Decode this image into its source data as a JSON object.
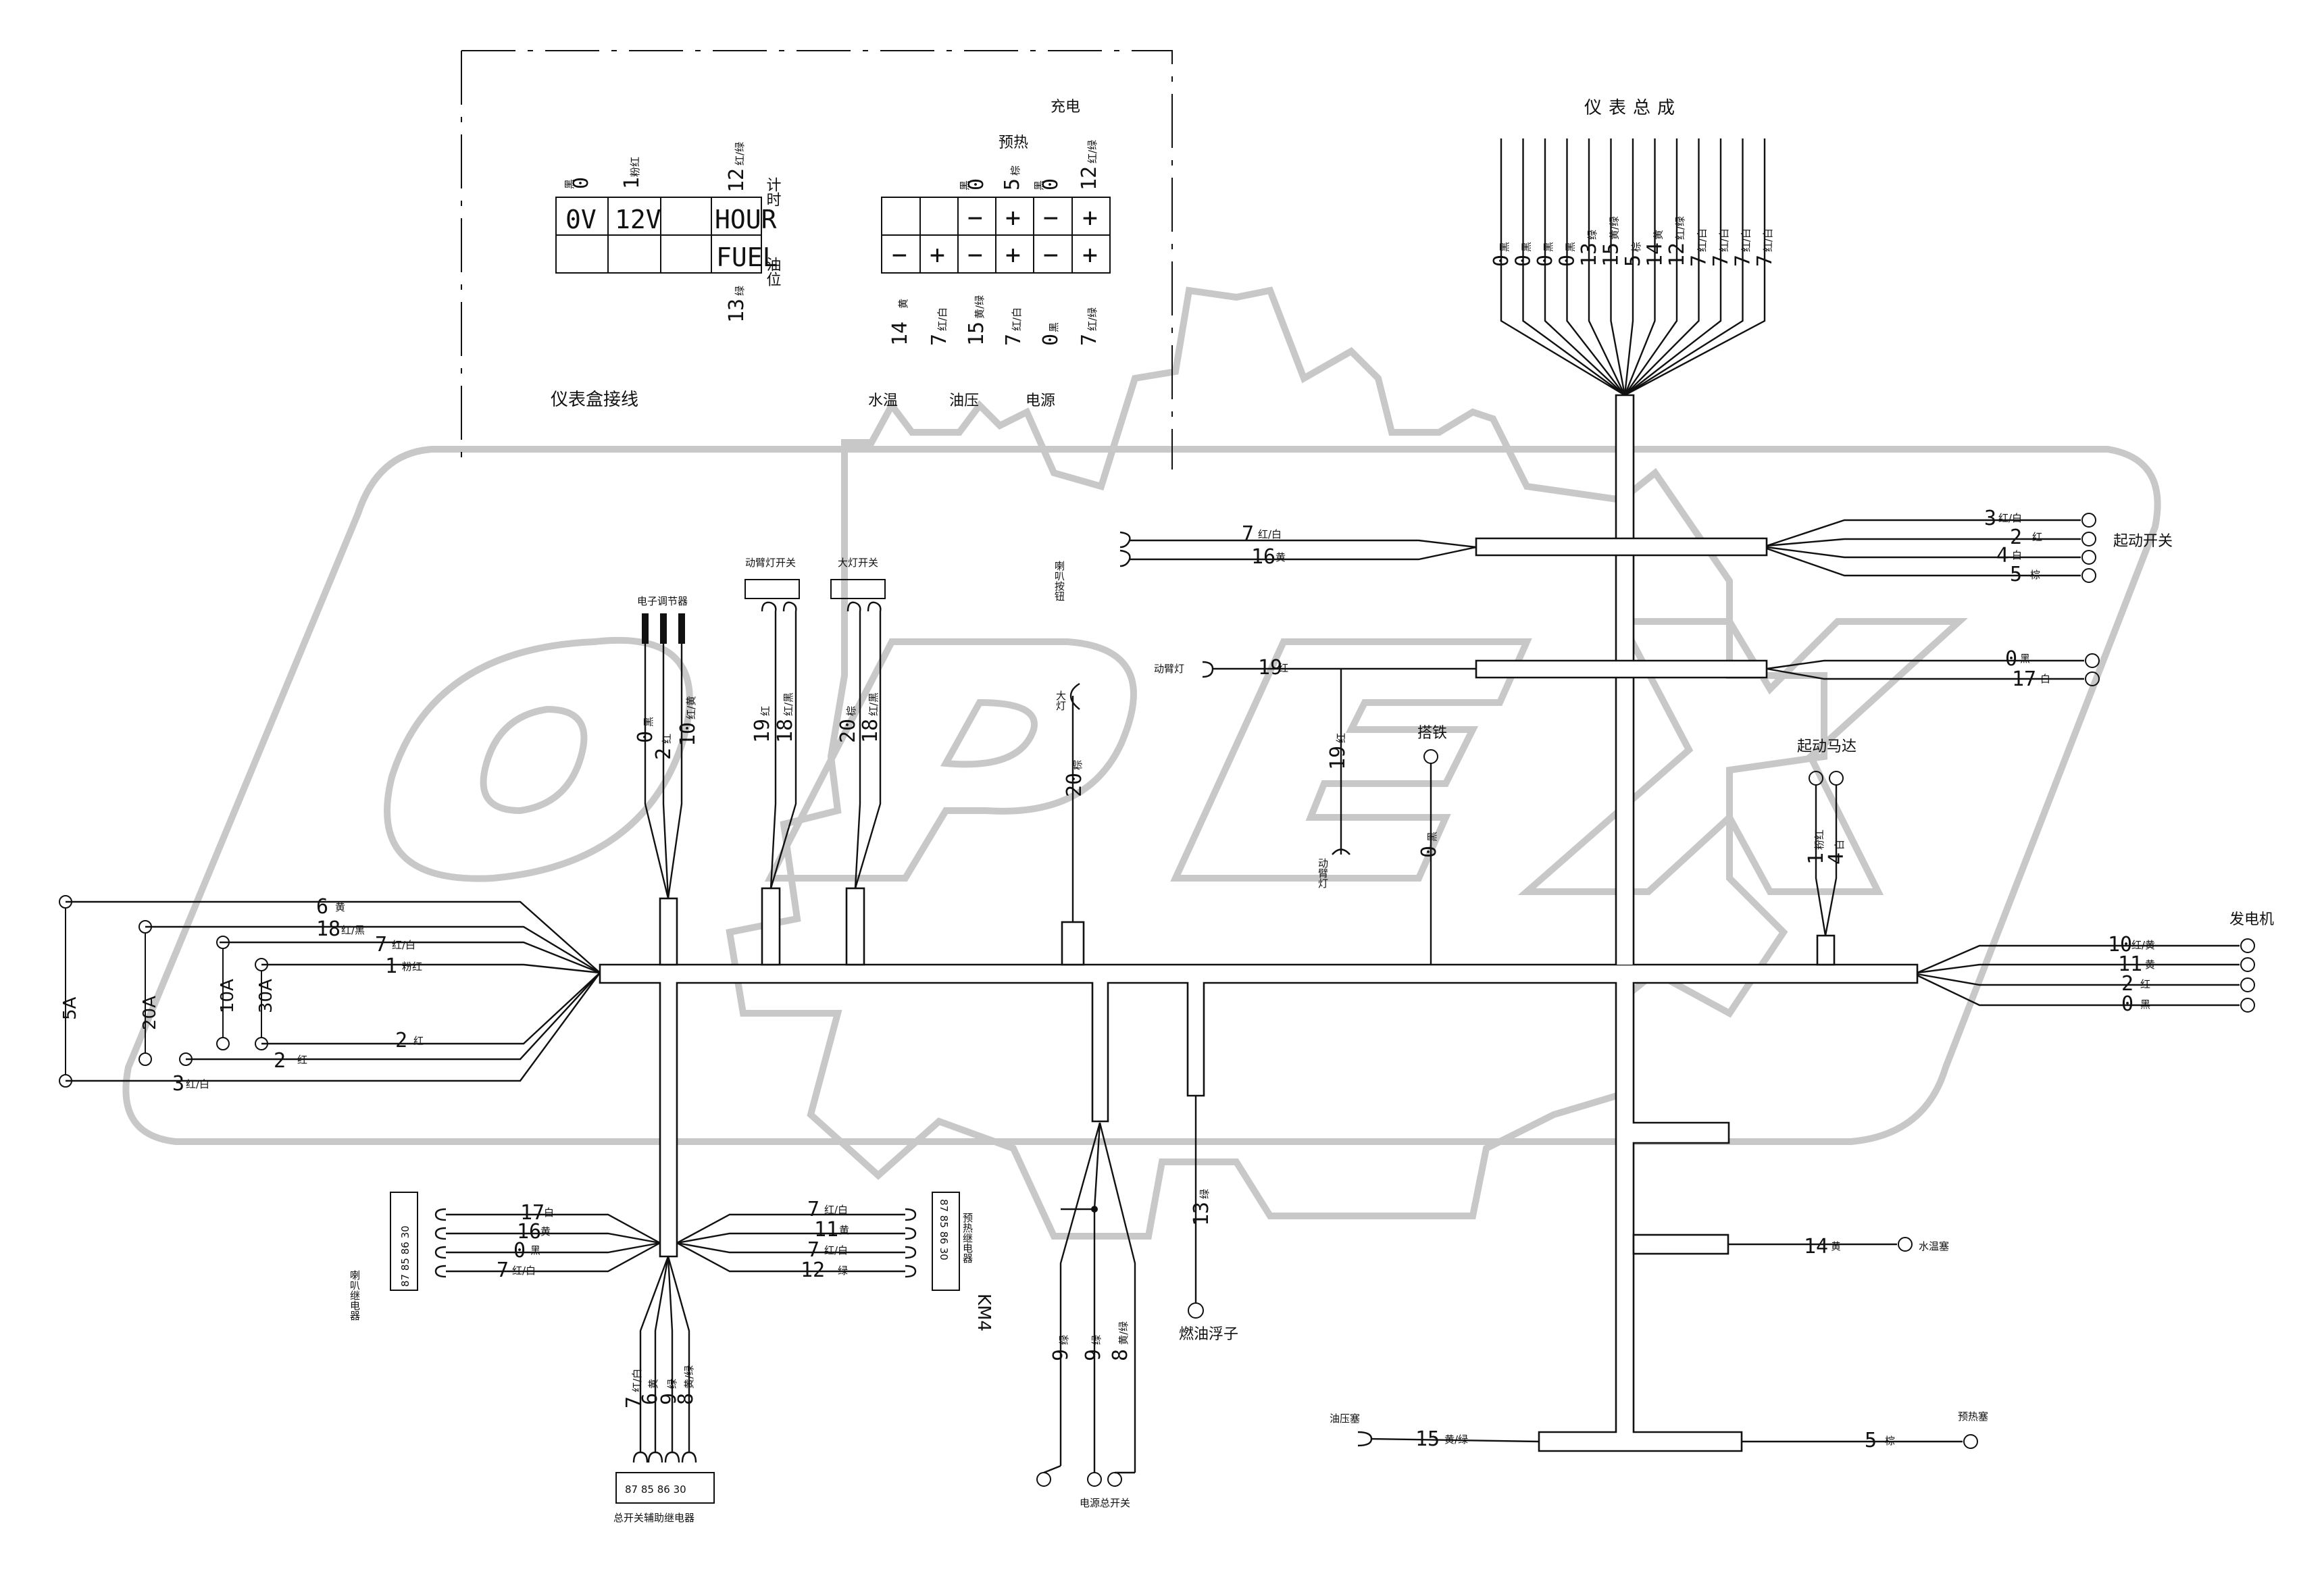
{
  "titles": {
    "instrument_box": "仪表盒接线",
    "instrument_assembly": "仪表总成",
    "electronic_regulator": "电子调节器",
    "boom_light_switch": "动臂灯开关",
    "headlight_switch": "大灯开关",
    "headlight": "大灯",
    "horn_button": "喇叭按钮",
    "start_switch": "起动开关",
    "boom_light": "动臂灯",
    "boom_light2": "动臂灯",
    "ground": "搭铁",
    "starter_motor": "起动马达",
    "generator": "发电机",
    "horn_relay": "喇叭继电器",
    "preheat_relay": "预热继电器",
    "km4": "KM4",
    "main_switch_relay": "总开关辅助继电器",
    "power_main_switch": "电源总开关",
    "fuel_float": "燃油浮子",
    "water_temp_plug": "水温塞",
    "oil_pressure_plug": "油压塞",
    "preheat_plug": "预热塞",
    "charge": "充电",
    "preheat": "预热",
    "water_temp": "水温",
    "oil_pressure": "油压",
    "power": "电源",
    "timer": "计时",
    "oil_level": "油位"
  },
  "fuses": [
    "5A",
    "20A",
    "10A",
    "30A"
  ],
  "gauge_table": {
    "cells": [
      "0V",
      "12V",
      "HOUR",
      "FUEL"
    ]
  },
  "relay_pins": {
    "top": "87 85 86 30",
    "horn": "87 85 86 30",
    "preheat": "87 85 86 30"
  },
  "signs": {
    "minus": "−",
    "plus": "+"
  },
  "wires": {
    "fuse_6": {
      "n": "6",
      "c": "黄"
    },
    "fuse_18": {
      "n": "18",
      "c": "红/黑"
    },
    "fuse_7": {
      "n": "7",
      "c": "红/白"
    },
    "fuse_1": {
      "n": "1",
      "c": "粉红"
    },
    "fuse_2": {
      "n": "2",
      "c": "红"
    },
    "fuse_2b": {
      "n": "2",
      "c": "红"
    },
    "fuse_3": {
      "n": "3",
      "c": "红/白"
    },
    "reg_0": {
      "n": "0",
      "c": "黑"
    },
    "reg_2": {
      "n": "2",
      "c": "红"
    },
    "reg_10": {
      "n": "10",
      "c": "红/黄"
    },
    "bl_19": {
      "n": "19",
      "c": "红"
    },
    "bl_18": {
      "n": "18",
      "c": "红/黑"
    },
    "hl_20": {
      "n": "20",
      "c": "棕"
    },
    "hl_18": {
      "n": "18",
      "c": "红/黑"
    },
    "hd_20": {
      "n": "20",
      "c": "棕"
    },
    "horn_7": {
      "n": "7",
      "c": "红/白"
    },
    "horn_16": {
      "n": "16",
      "c": "黄"
    },
    "ss_3": {
      "n": "3",
      "c": "红/白"
    },
    "ss_2": {
      "n": "2",
      "c": "红"
    },
    "ss_4": {
      "n": "4",
      "c": "白"
    },
    "ss_5": {
      "n": "5",
      "c": "棕"
    },
    "boom_19": {
      "n": "19",
      "c": "红"
    },
    "boom_19v": {
      "n": "19",
      "c": "红"
    },
    "r_0": {
      "n": "0",
      "c": "黑"
    },
    "r_17": {
      "n": "17",
      "c": "白"
    },
    "gnd_0": {
      "n": "0",
      "c": "黑"
    },
    "sm_1": {
      "n": "1",
      "c": "粉红"
    },
    "sm_4": {
      "n": "4",
      "c": "白"
    },
    "gen_10": {
      "n": "10",
      "c": "红/黄"
    },
    "gen_11": {
      "n": "11",
      "c": "黄"
    },
    "gen_2": {
      "n": "2",
      "c": "红"
    },
    "gen_0": {
      "n": "0",
      "c": "黑"
    },
    "hr_17": {
      "n": "17",
      "c": "白"
    },
    "hr_16": {
      "n": "16",
      "c": "黄"
    },
    "hr_0": {
      "n": "0",
      "c": "黑"
    },
    "hr_7": {
      "n": "7",
      "c": "红/白"
    },
    "pr_7": {
      "n": "7",
      "c": "红/白"
    },
    "pr_11": {
      "n": "11",
      "c": "黄"
    },
    "pr_7b": {
      "n": "7",
      "c": "红/白"
    },
    "pr_12": {
      "n": "12",
      "c": "绿"
    },
    "bot_7": {
      "n": "7",
      "c": "红/白"
    },
    "bot_6": {
      "n": "6",
      "c": "黄"
    },
    "bot_9": {
      "n": "9",
      "c": "绿"
    },
    "bot_8": {
      "n": "8",
      "c": "黄/绿"
    },
    "ps_9": {
      "n": "9",
      "c": "绿"
    },
    "ps_9b": {
      "n": "9",
      "c": "绿"
    },
    "ps_8": {
      "n": "8",
      "c": "黄/绿"
    },
    "ff_13": {
      "n": "13",
      "c": "绿"
    },
    "wt_14": {
      "n": "14",
      "c": "黄"
    },
    "op_15": {
      "n": "15",
      "c": "黄/绿"
    },
    "ph_5": {
      "n": "5",
      "c": "棕"
    },
    "ib_0": {
      "n": "0",
      "c": "黑"
    },
    "ib_1": {
      "n": "1",
      "c": "粉红"
    },
    "ib_12": {
      "n": "12",
      "c": "红/绿"
    },
    "ib_13": {
      "n": "13",
      "c": "绿"
    },
    "ib_r0": {
      "n": "0",
      "c": "黑"
    },
    "ib_r5": {
      "n": "5",
      "c": "棕"
    },
    "ib_r0b": {
      "n": "0",
      "c": "黑"
    },
    "ib_r12": {
      "n": "12",
      "c": "红/绿"
    },
    "ib_b14": {
      "n": "14",
      "c": "黄"
    },
    "ib_b7": {
      "n": "7",
      "c": "红/白"
    },
    "ib_b15": {
      "n": "15",
      "c": "黄/绿"
    },
    "ib_b7b": {
      "n": "7",
      "c": "红/白"
    },
    "ib_b0": {
      "n": "0",
      "c": "黑"
    },
    "ib_b7c": {
      "n": "7",
      "c": "红/绿"
    }
  },
  "assembly_wires": [
    {
      "n": "0",
      "c": "黑"
    },
    {
      "n": "0",
      "c": "黑"
    },
    {
      "n": "0",
      "c": "黑"
    },
    {
      "n": "0",
      "c": "黑"
    },
    {
      "n": "13",
      "c": "绿"
    },
    {
      "n": "15",
      "c": "黄/绿"
    },
    {
      "n": "5",
      "c": "棕"
    },
    {
      "n": "14",
      "c": "黄"
    },
    {
      "n": "12",
      "c": "红/绿"
    },
    {
      "n": "7",
      "c": "红/白"
    },
    {
      "n": "7",
      "c": "红/白"
    },
    {
      "n": "7",
      "c": "红/白"
    },
    {
      "n": "7",
      "c": "红/白"
    }
  ]
}
